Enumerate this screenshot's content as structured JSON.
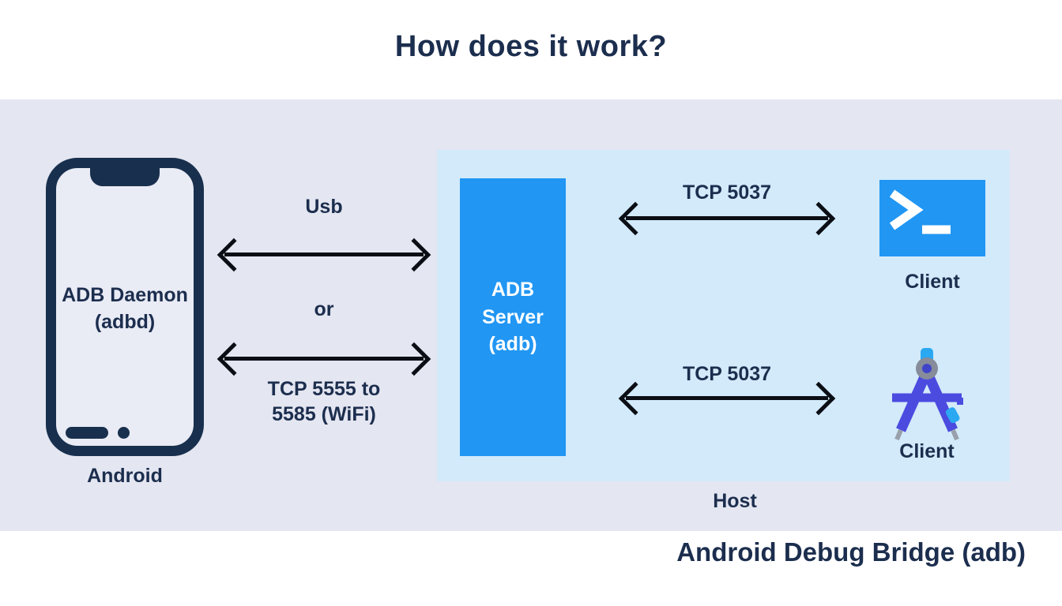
{
  "title": "How does it work?",
  "footer": "Android Debug Bridge (adb)",
  "colors": {
    "navy": "#1c2e4e",
    "band_bg": "#e4e6f1",
    "host_bg": "#d2eafa",
    "accent_blue": "#2196f3",
    "compass_blue": "#4b4be0",
    "arrow_black": "#0b0e14"
  },
  "device": {
    "line1": "ADB Daemon",
    "line2": "(adbd)",
    "caption": "Android"
  },
  "left_links": {
    "usb_label": "Usb",
    "or_label": "or",
    "wifi_line1": "TCP 5555 to",
    "wifi_line2": "5585 (WiFi)"
  },
  "server": {
    "line1": "ADB",
    "line2": "Server",
    "line3": "(adb)"
  },
  "host": {
    "label": "Host"
  },
  "right_links": [
    {
      "label": "TCP 5037"
    },
    {
      "label": "TCP 5037"
    }
  ],
  "clients": [
    {
      "icon": "terminal-icon",
      "label": "Client"
    },
    {
      "icon": "android-studio-icon",
      "label": "Client"
    }
  ]
}
